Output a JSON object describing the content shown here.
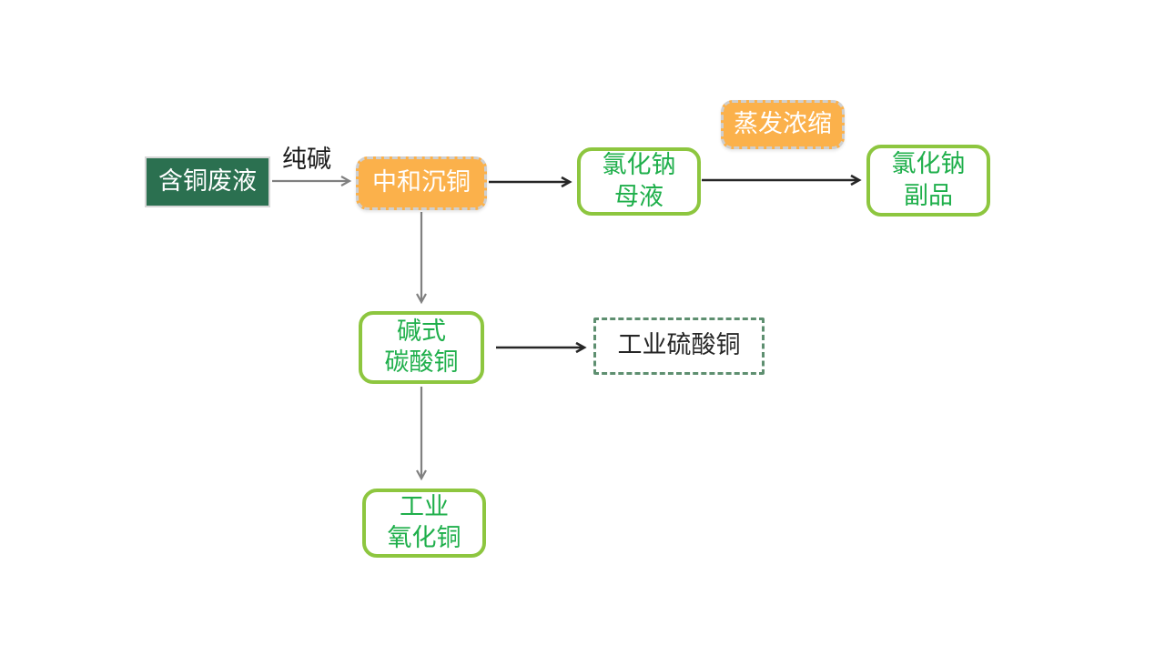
{
  "diagram": {
    "title": "copper-waste-recovery-flowchart",
    "nodes": {
      "copper_waste": {
        "label": "含铜废液"
      },
      "neutralize": {
        "label": "中和沉铜"
      },
      "nacl_mother": {
        "label": "氯化钠\n母液"
      },
      "nacl_byproduct": {
        "label": "氯化钠\n副品"
      },
      "basic_copper_carbonate": {
        "label": "碱式\n碳酸铜"
      },
      "industrial_copper_sulfate": {
        "label": "工业硫酸铜"
      },
      "industrial_copper_oxide": {
        "label": "工业\n氧化铜"
      }
    },
    "edge_labels": {
      "soda": "纯碱",
      "evaporate": "蒸发浓缩"
    },
    "colors": {
      "dark_green_fill": "#2B7050",
      "orange_fill": "#FBB14B",
      "orange_dash_border": "#CFCFCF",
      "green_border": "#8DC63F",
      "green_text": "#1FAF4B",
      "dashed_box_border": "#5E8F70",
      "black_arrow": "#262626",
      "gray_arrow": "#808080",
      "background": "#FFFFFF"
    }
  }
}
